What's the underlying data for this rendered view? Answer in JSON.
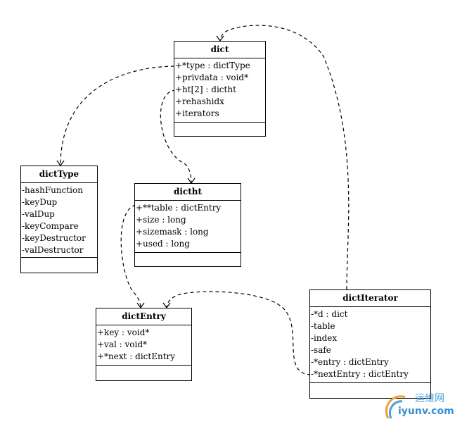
{
  "classes": {
    "dict": {
      "name": "dict",
      "attrs": [
        "+*type : dictType",
        "+privdata : void*",
        "+ht[2] : dictht",
        "+rehashidx",
        "+iterators"
      ]
    },
    "dictType": {
      "name": "dictType",
      "attrs": [
        "-hashFunction",
        "-keyDup",
        "-valDup",
        "-keyCompare",
        "-keyDestructor",
        "-valDestructor"
      ]
    },
    "dictht": {
      "name": "dictht",
      "attrs": [
        "+**table : dictEntry",
        "+size : long",
        "+sizemask : long",
        "+used : long"
      ]
    },
    "dictEntry": {
      "name": "dictEntry",
      "attrs": [
        "+key : void*",
        "+val : void*",
        "+*next : dictEntry"
      ]
    },
    "dictIterator": {
      "name": "dictIterator",
      "attrs": [
        "-*d : dict",
        "-table",
        "-index",
        "-safe",
        "-*entry : dictEntry",
        "-*nextEntry : dictEntry"
      ]
    }
  },
  "watermark": {
    "line1": "运维网",
    "line2": "iyunv.com",
    "color": "#3b8fd0"
  }
}
